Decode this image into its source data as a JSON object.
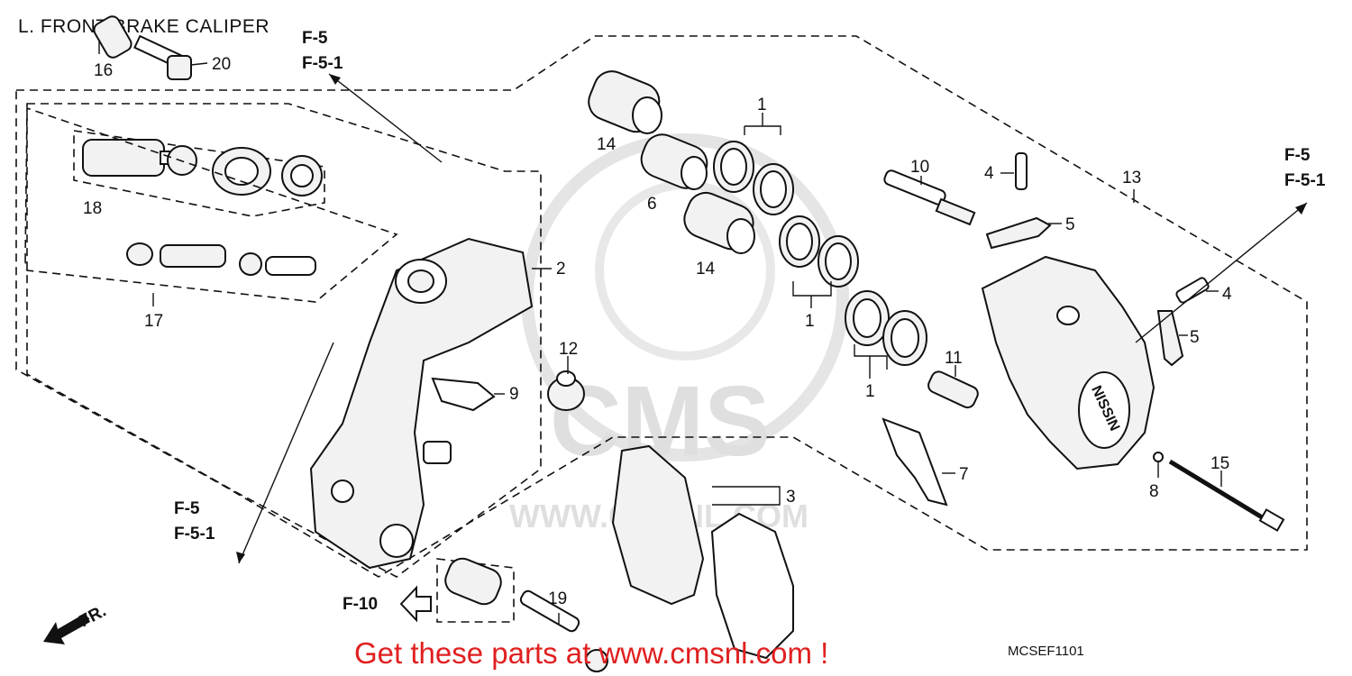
{
  "title": "L. FRONT BRAKE CALIPER",
  "promo": "Get these parts at www.cmsnl.com !",
  "diagram_code": "MCSEF1101",
  "watermark": {
    "brand": "CMS",
    "url": "WWW.CMSNL.COM"
  },
  "direction_label": "FR.",
  "refs": {
    "f5_top": "F-5",
    "f51_top": "F-5-1",
    "f5_right": "F-5",
    "f51_right": "F-5-1",
    "f5_left": "F-5",
    "f51_left": "F-5-1",
    "f10": "F-10"
  },
  "callouts": {
    "c1a": "1",
    "c1b": "1",
    "c1c": "1",
    "c2": "2",
    "c3": "3",
    "c4a": "4",
    "c4b": "4",
    "c5a": "5",
    "c5b": "5",
    "c6": "6",
    "c7": "7",
    "c8": "8",
    "c9": "9",
    "c10": "10",
    "c11": "11",
    "c12": "12",
    "c13": "13",
    "c14a": "14",
    "c14b": "14",
    "c15": "15",
    "c16": "16",
    "c17": "17",
    "c18": "18",
    "c19": "19",
    "c20": "20"
  }
}
